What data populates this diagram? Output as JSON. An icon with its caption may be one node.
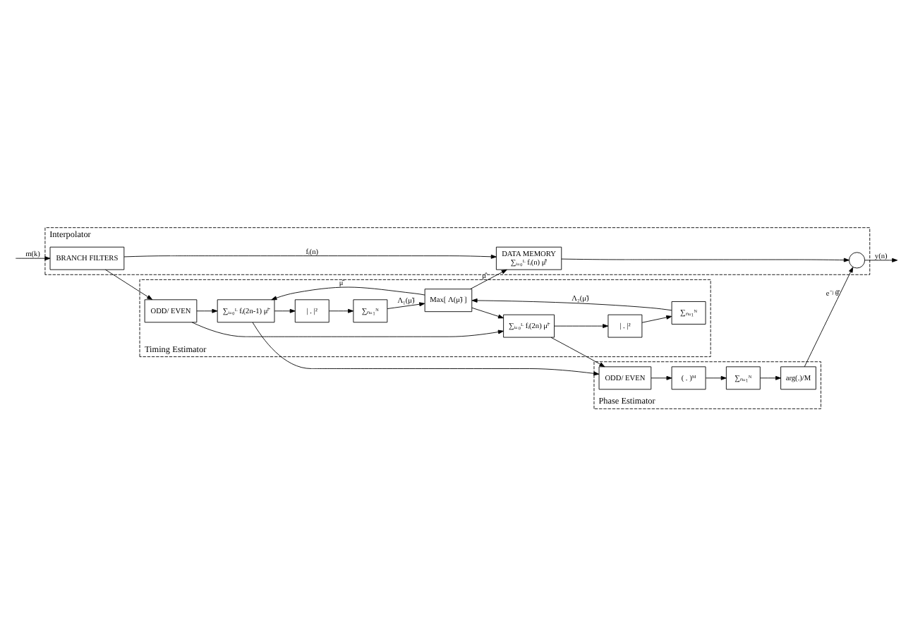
{
  "diagram": {
    "nodes": [
      {
        "text": [
          "Interpolator"
        ]
      },
      {
        "text": [
          "BRANCH FILTERS"
        ],
        "in": 0
      },
      {
        "text": [
          "DATA MEMORY",
          "∑ᵢ₌₀ᴸ fᵢ(n) μ̂ⁱ"
        ],
        "in": 0
      },
      {
        "text": [],
        "shape": "circle",
        "in": 0
      },
      {
        "text": [
          "Timing Estimator"
        ]
      },
      {
        "text": [
          "ODD/ EVEN"
        ],
        "in": 4
      },
      {
        "text": [
          "∑ᵢ₌₀ᴸ fᵢ(2n-1) μ̃ⁱ"
        ],
        "in": 4
      },
      {
        "text": [
          "∑ᵢ₌₀ᴸ fᵢ(2n) μ̃ⁱ"
        ],
        "in": 4
      },
      {
        "text": [
          "| . |²"
        ],
        "in": 4
      },
      {
        "text": [
          "| . |²"
        ],
        "in": 4
      },
      {
        "text": [
          "∑ₙ₌₁ᴺ"
        ],
        "in": 4
      },
      {
        "text": [
          "∑ₙ₌₁ᴺ"
        ],
        "in": 4
      },
      {
        "text": [
          "Max[ Λ(μ̃) ]"
        ],
        "in": 4
      },
      {
        "text": [
          "Phase Estimator"
        ]
      },
      {
        "text": [
          "ODD/ EVEN"
        ],
        "in": 13
      },
      {
        "text": [
          "( . )ᴹ"
        ],
        "in": 13
      },
      {
        "text": [
          "∑ₙ₌₁ᴺ"
        ],
        "in": 13
      },
      {
        "text": [
          "arg(.)/M"
        ],
        "in": 13
      }
    ],
    "edges": [
      {
        "from": null,
        "to": 1,
        "arrow": "to",
        "label": "m(k)"
      },
      {
        "from": 1,
        "to": 2,
        "arrow": "to",
        "label": "fᵢ(n)"
      },
      {
        "from": 1,
        "to": 5,
        "arrow": "to"
      },
      {
        "from": 2,
        "to": 3,
        "arrow": "to"
      },
      {
        "from": 3,
        "to": null,
        "arrow": "to",
        "label": "y(n)"
      },
      {
        "from": 5,
        "to": 6,
        "arrow": "to"
      },
      {
        "from": 5,
        "to": 7,
        "arrow": "to"
      },
      {
        "from": 6,
        "to": 8,
        "arrow": "to"
      },
      {
        "from": 7,
        "to": 9,
        "arrow": "to"
      },
      {
        "from": 8,
        "to": 10,
        "arrow": "to"
      },
      {
        "from": 9,
        "to": 11,
        "arrow": "to"
      },
      {
        "from": 10,
        "to": 12,
        "arrow": "to",
        "label": "Λ₁(μ̃)"
      },
      {
        "from": 11,
        "to": 12,
        "arrow": "to",
        "label": "Λ₂(μ̃)"
      },
      {
        "from": 12,
        "to": 2,
        "arrow": "to",
        "label": "μ̂"
      },
      {
        "from": 12,
        "to": 6,
        "arrow": "to",
        "label": "μ̂"
      },
      {
        "from": 12,
        "to": 7,
        "arrow": "to"
      },
      {
        "from": 6,
        "to": 14,
        "arrow": "to"
      },
      {
        "from": 7,
        "to": 14,
        "arrow": "to"
      },
      {
        "from": 14,
        "to": 15,
        "arrow": "to"
      },
      {
        "from": 15,
        "to": 16,
        "arrow": "to"
      },
      {
        "from": 16,
        "to": 17,
        "arrow": "to"
      },
      {
        "from": 17,
        "to": 3,
        "arrow": "to",
        "label": "e⁻ʲ θ̂"
      }
    ]
  }
}
